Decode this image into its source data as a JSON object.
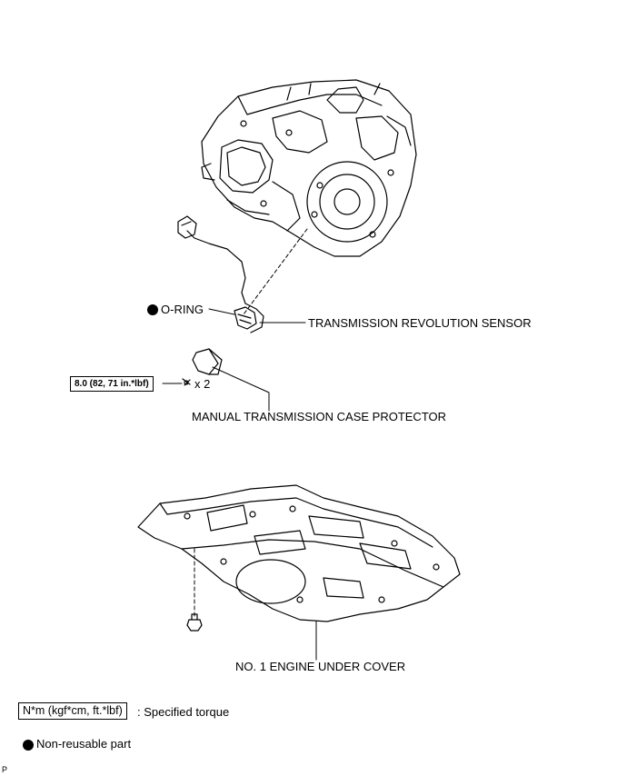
{
  "labels": {
    "o_ring": "O-RING",
    "sensor": "TRANSMISSION REVOLUTION SENSOR",
    "torque_value": "8.0 (82, 71 in.*lbf)",
    "bolt_qty": "x 2",
    "case_protector": "MANUAL TRANSMISSION CASE PROTECTOR",
    "under_cover": "NO. 1 ENGINE UNDER COVER"
  },
  "legend": {
    "torque_unit": "N*m (kgf*cm, ft.*lbf)",
    "torque_desc": ": Specified torque",
    "nonreusable_desc": "Non-reusable part"
  },
  "corner_mark": "P"
}
